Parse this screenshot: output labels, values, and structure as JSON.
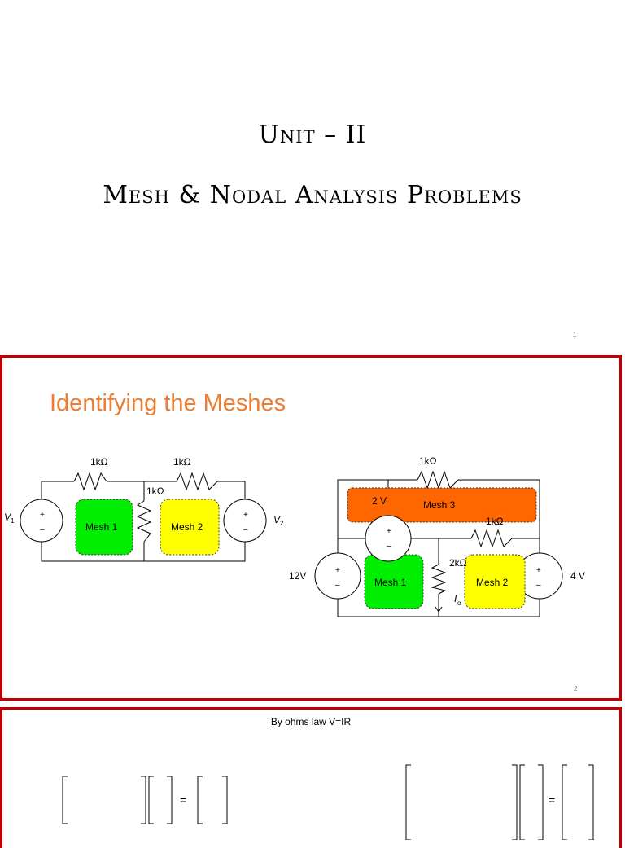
{
  "slide1": {
    "unit_title": "Unit – II",
    "subtitle": "Mesh & Nodal Analysis Problems",
    "page": "1"
  },
  "slide2": {
    "heading": "Identifying the Meshes",
    "page": "2",
    "circuit1": {
      "r_left": "1kΩ",
      "r_right": "1kΩ",
      "r_mid": "1kΩ",
      "v1": "V",
      "v1_sub": "1",
      "v2": "V",
      "v2_sub": "2",
      "mesh1": "Mesh 1",
      "mesh2": "Mesh 2",
      "plus": "+",
      "minus": "–"
    },
    "circuit2": {
      "r_top": "1kΩ",
      "r_mid": "1kΩ",
      "r_vert": "2kΩ",
      "v_top": "2 V",
      "v_left": "12V",
      "v_right": "4 V",
      "i0": "I",
      "i0_sub": "o",
      "mesh1": "Mesh 1",
      "mesh2": "Mesh 2",
      "mesh3": "Mesh 3",
      "plus": "+",
      "minus": "–"
    },
    "colors": {
      "mesh1": "#00ee00",
      "mesh2": "#ffff00",
      "mesh3": "#ff6600",
      "frame": "#c00000",
      "heading": "#ed7d31"
    }
  },
  "slide3": {
    "caption": "By ohms law V=IR",
    "eq_sign_left": "=",
    "eq_sign_right": "="
  }
}
